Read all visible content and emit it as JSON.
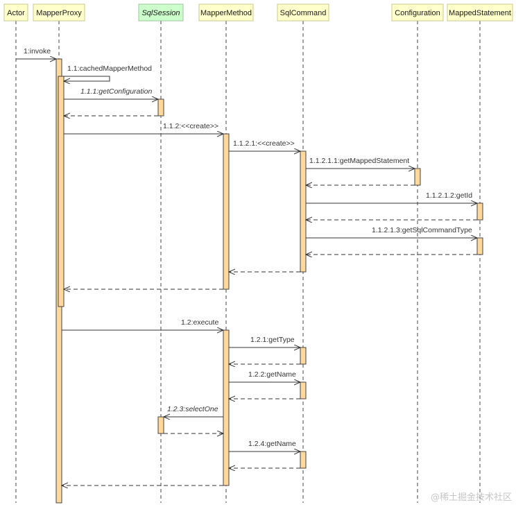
{
  "participants": [
    "Actor",
    "MapperProxy",
    "SqlSession",
    "MapperMethod",
    "SqlCommand",
    "Configuration",
    "MappedStatement"
  ],
  "messages": [
    "1:invoke",
    "1.1:cachedMapperMethod",
    "1.1.1:getConfiguration",
    "1.1.2:<<create>>",
    "1.1.2.1:<<create>>",
    "1.1.2.1.1:getMappedStatement",
    "1.1.2.1.2:getId",
    "1.1.2.1.3:getSqlCommandType",
    "1.2:execute",
    "1.2.1:getType",
    "1.2.2:getName",
    "1.2.3:selectOne",
    "1.2.4:getName"
  ],
  "watermark": "@稀土掘金技术社区"
}
